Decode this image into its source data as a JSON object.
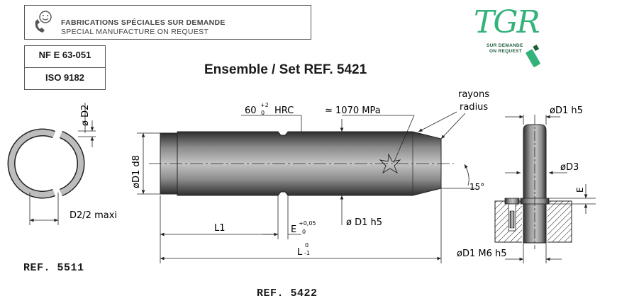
{
  "header": {
    "line_fr": "FABRICATIONS SPÉCIALES SUR DEMANDE",
    "line_en": "SPECIAL MANUFACTURE ON REQUEST"
  },
  "standards": [
    "NF E 63-051",
    "ISO 9182"
  ],
  "title": "Ensemble / Set REF. 5421",
  "logo": {
    "text": "TGR",
    "sub1": "SUR DEMANDE",
    "sub2": "ON REQUEST"
  },
  "ring": {
    "ref": "REF. 5511",
    "d2": "ø D2",
    "d2_half": "D2/2 maxi"
  },
  "pin": {
    "ref": "REF. 5422",
    "hrc": "60",
    "hrc_upper": "+2",
    "hrc_lower": "0",
    "hrc_unit": "HRC",
    "strength": "≃ 1070 MPa",
    "rayons": "rayons",
    "radius": "radius",
    "d1_d8": "øD1 d8",
    "angle": "15°",
    "d1_h5": "ø D1 h5",
    "l1": "L1",
    "e": "E",
    "e_upper": "+0,05",
    "e_lower": "0",
    "l": "L",
    "l_upper": "0",
    "l_lower": "-1"
  },
  "assembly": {
    "d1_h5": "øD1 h5",
    "d3": "øD3",
    "e": "E",
    "d1_m6_h5": "øD1 M6 h5"
  },
  "colors": {
    "logo_green": "#33b27a",
    "logo_dark": "#1f5c3a"
  }
}
